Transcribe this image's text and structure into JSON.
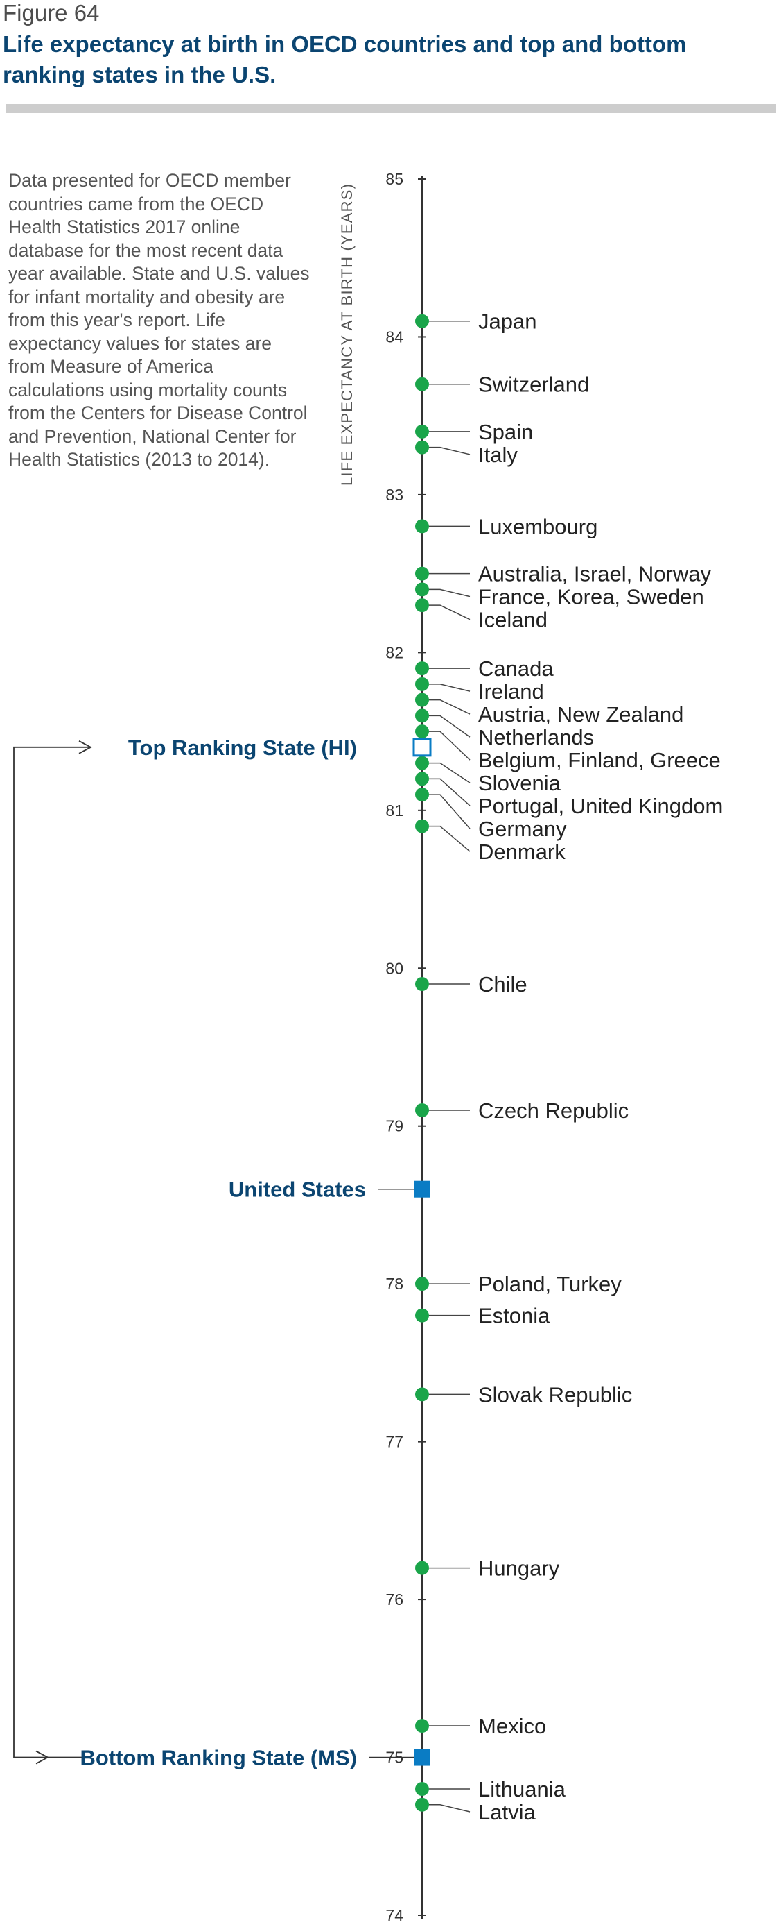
{
  "figure": {
    "label": "Figure 64",
    "title": "Life expectancy at birth in OECD countries and top and bottom ranking states in the U.S."
  },
  "note": "Data presented for OECD member countries came from the OECD Health Statistics 2017 online database for the most recent data year available. State and U.S. values for infant mortality and obesity are from this year's report. Life expectancy values for states are from Measure of America calculations using mortality counts from the Centers for Disease Control and Prevention, National Center for Health Statistics (2013 to 2014).",
  "colors": {
    "oecd": "#1aa54a",
    "us": "#0a7cc4",
    "us_label": "#0b4571",
    "axis": "#333333"
  },
  "chart_data": {
    "type": "scatter",
    "ylabel": "LIFE EXPECTANCY AT BIRTH (YEARS)",
    "ylim": [
      74,
      85
    ],
    "ticks": [
      74,
      75,
      76,
      77,
      78,
      79,
      80,
      81,
      82,
      83,
      84,
      85
    ],
    "series": [
      {
        "name": "OECD countries",
        "points": [
          {
            "label": "Japan",
            "value": 84.1
          },
          {
            "label": "Switzerland",
            "value": 83.7
          },
          {
            "label": "Spain",
            "value": 83.4
          },
          {
            "label": "Italy",
            "value": 83.3
          },
          {
            "label": "Luxembourg",
            "value": 82.8
          },
          {
            "label": "Australia, Israel, Norway",
            "value": 82.5
          },
          {
            "label": "France, Korea, Sweden",
            "value": 82.4
          },
          {
            "label": "Iceland",
            "value": 82.3
          },
          {
            "label": "Canada",
            "value": 81.9
          },
          {
            "label": "Ireland",
            "value": 81.8
          },
          {
            "label": "Austria, New Zealand",
            "value": 81.7
          },
          {
            "label": "Netherlands",
            "value": 81.6
          },
          {
            "label": "Belgium, Finland, Greece",
            "value": 81.5
          },
          {
            "label": "Slovenia",
            "value": 81.3
          },
          {
            "label": "Portugal, United Kingdom",
            "value": 81.2
          },
          {
            "label": "Germany",
            "value": 81.1
          },
          {
            "label": "Denmark",
            "value": 80.9
          },
          {
            "label": "Chile",
            "value": 79.9
          },
          {
            "label": "Czech Republic",
            "value": 79.1
          },
          {
            "label": "Poland, Turkey",
            "value": 78.0
          },
          {
            "label": "Estonia",
            "value": 77.8
          },
          {
            "label": "Slovak Republic",
            "value": 77.3
          },
          {
            "label": "Hungary",
            "value": 76.2
          },
          {
            "label": "Mexico",
            "value": 75.2
          },
          {
            "label": "Lithuania",
            "value": 74.8
          },
          {
            "label": "Latvia",
            "value": 74.7
          }
        ]
      },
      {
        "name": "U.S.",
        "points": [
          {
            "label": "Top Ranking State (HI)",
            "value": 81.4
          },
          {
            "label": "United States",
            "value": 78.6
          },
          {
            "label": "Bottom Ranking State (MS)",
            "value": 75.0
          }
        ]
      }
    ]
  }
}
